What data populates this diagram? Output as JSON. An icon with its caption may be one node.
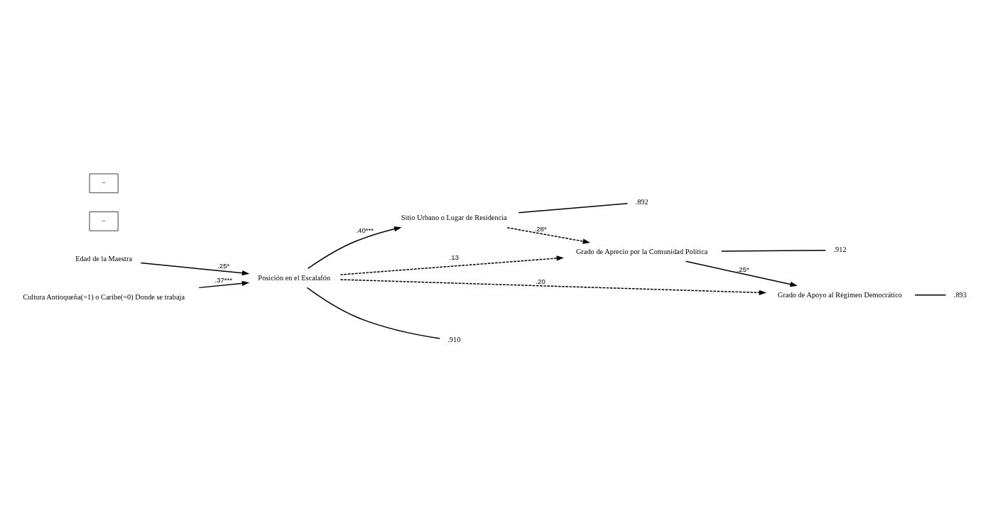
{
  "diagram": {
    "nodes": [
      {
        "text": [
          "Edad de la Maestra"
        ]
      },
      {
        "text": [
          "Posición en el Escalafón"
        ]
      },
      {
        "text": [
          "Cultura Antioqueña(=1) o Caribe(=0) Donde se trabaja"
        ]
      },
      {
        "text": [
          "Sitio Urbano o Lugar de Residencia"
        ]
      },
      {
        "text": [
          "Grado de Aprecio por la Comunidad Política"
        ]
      },
      {
        "text": [
          "Grado de Apoyo al Régimen Democrático"
        ]
      },
      {
        "text": [
          ".910"
        ]
      },
      {
        "text": [
          ".892"
        ]
      },
      {
        "text": [
          ".912"
        ]
      },
      {
        "text": [
          ".893"
        ]
      }
    ],
    "edges": [
      {
        "from": 0,
        "to": 1,
        "arrow": "to",
        "label": ".25*"
      },
      {
        "from": 2,
        "to": 1,
        "arrow": "to",
        "label": ".37***"
      },
      {
        "from": 1,
        "to": 5,
        "arrow": "to",
        "label": ".20",
        "style": "dashed"
      },
      {
        "from": 1,
        "to": 4,
        "arrow": "to",
        "label": ".13",
        "style": "dashed"
      },
      {
        "from": 1,
        "to": 3,
        "arrow": "to",
        "label": ".40***"
      },
      {
        "from": 3,
        "to": 4,
        "arrow": "to",
        "label": ".28*",
        "style": "dashed"
      },
      {
        "from": 4,
        "to": 5,
        "arrow": "to",
        "label": ".25*"
      },
      {
        "from": 1,
        "to": 6,
        "arrow": "none"
      },
      {
        "from": 3,
        "to": 7,
        "arrow": "none"
      },
      {
        "from": 4,
        "to": 8,
        "arrow": "none"
      },
      {
        "from": 5,
        "to": 9,
        "arrow": "none"
      }
    ],
    "labels": [
      "−",
      "−"
    ]
  }
}
